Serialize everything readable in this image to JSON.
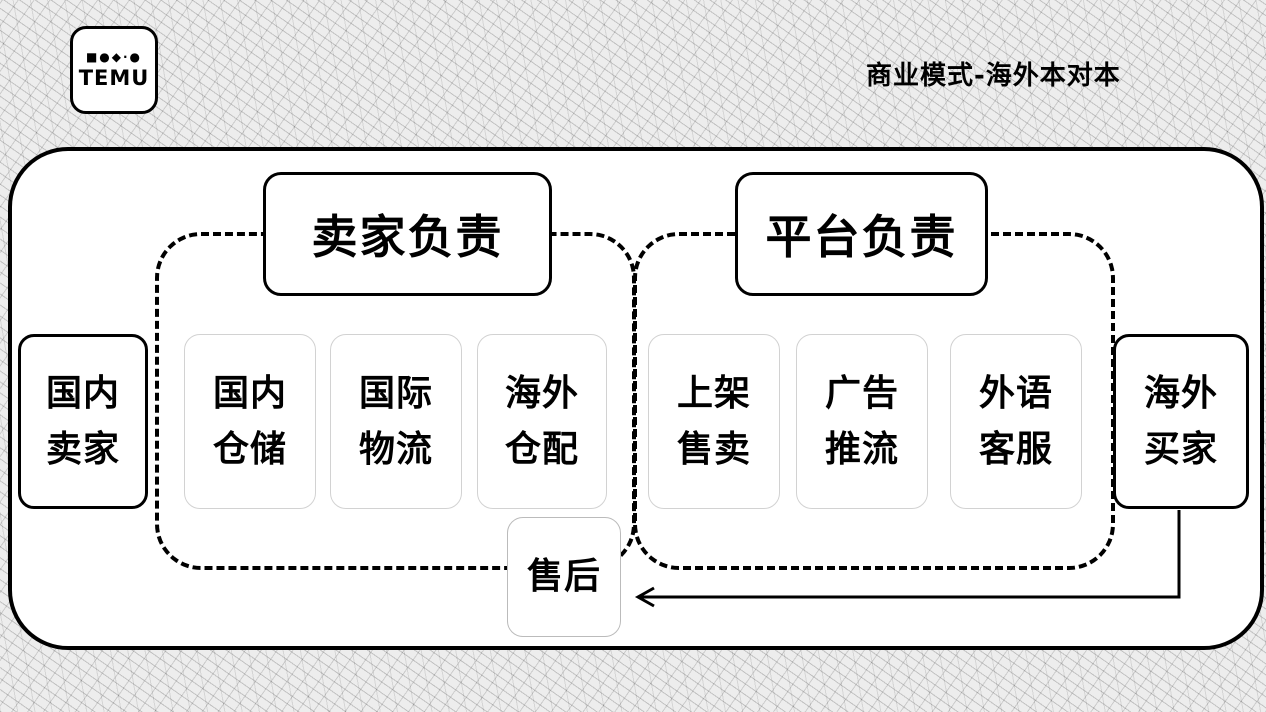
{
  "logo": {
    "deco": "■●◆·●",
    "text": "TEMU"
  },
  "header": {
    "title": "商业模式-海外本对本"
  },
  "diagram": {
    "domestic_seller": "国内\n卖家",
    "overseas_buyer": "海外\n买家",
    "seller_group": {
      "title": "卖家负责",
      "steps": [
        "国内\n仓储",
        "国际\n物流",
        "海外\n仓配"
      ]
    },
    "platform_group": {
      "title": "平台负责",
      "steps": [
        "上架\n售卖",
        "广告\n推流",
        "外语\n客服"
      ]
    },
    "after_sales": "售后"
  }
}
